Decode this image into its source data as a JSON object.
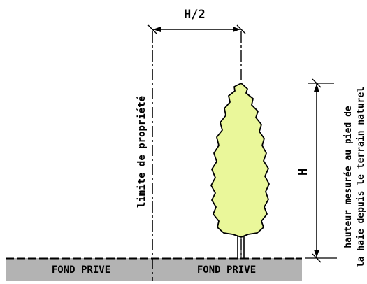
{
  "diagram": {
    "half_height_label": "H/2",
    "height_label": "H",
    "property_limit_label": "limite de propriété",
    "ground_left_label": "FOND PRIVE",
    "ground_right_label": "FOND PRIVE",
    "measure_note_line1": "hauteur mesurée au pied de",
    "measure_note_line2": "la haie depuis le terrain naturel"
  },
  "colors": {
    "foliage": "#eaf79a",
    "outline": "#000000",
    "ground": "#b3b3b3",
    "background": "#ffffff"
  }
}
